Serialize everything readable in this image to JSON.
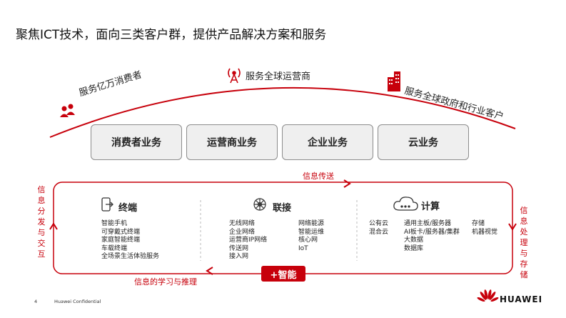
{
  "title": "聚焦ICT技术，面向三类客户群，提供产品解决方案和服务",
  "arc": {
    "left_label": "服务亿万消费者",
    "center_label": "服务全球运营商",
    "right_label": "服务全球政府和行业客户"
  },
  "businesses": [
    "消费者业务",
    "运营商业务",
    "企业业务",
    "云业务"
  ],
  "flow": {
    "top_label": "信息传送",
    "bottom_label": "信息的学习与推理",
    "left_vertical": "信息分发与交互",
    "right_vertical": "信息处理与存储",
    "plus_button": "+智能"
  },
  "columns": {
    "terminal": {
      "title": "终端",
      "items": [
        "智能手机",
        "可穿戴式终端",
        "家庭智能终端",
        "车载终端",
        "全场景生活体验服务"
      ]
    },
    "connect": {
      "title": "联接",
      "left_items": [
        "无线网络",
        "企业网络",
        "运营商IP网络",
        "传送网",
        "接入网"
      ],
      "right_items": [
        "网络能源",
        "智能运维",
        "核心网",
        "IoT"
      ]
    },
    "compute": {
      "title": "计算",
      "col1": [
        "公有云",
        "混合云"
      ],
      "col2": [
        "通用主板/服务器",
        "AI板卡/服务器/集群",
        "大数据",
        "数据库"
      ],
      "col3": [
        "存储",
        "机器视觉"
      ]
    }
  },
  "footer": {
    "page_number": "4",
    "confidential": "Huawei Confidential",
    "brand": "HUAWEI"
  },
  "colors": {
    "accent": "#c7000b",
    "box_fill": "#efefef",
    "box_border": "#8c8c8c"
  }
}
